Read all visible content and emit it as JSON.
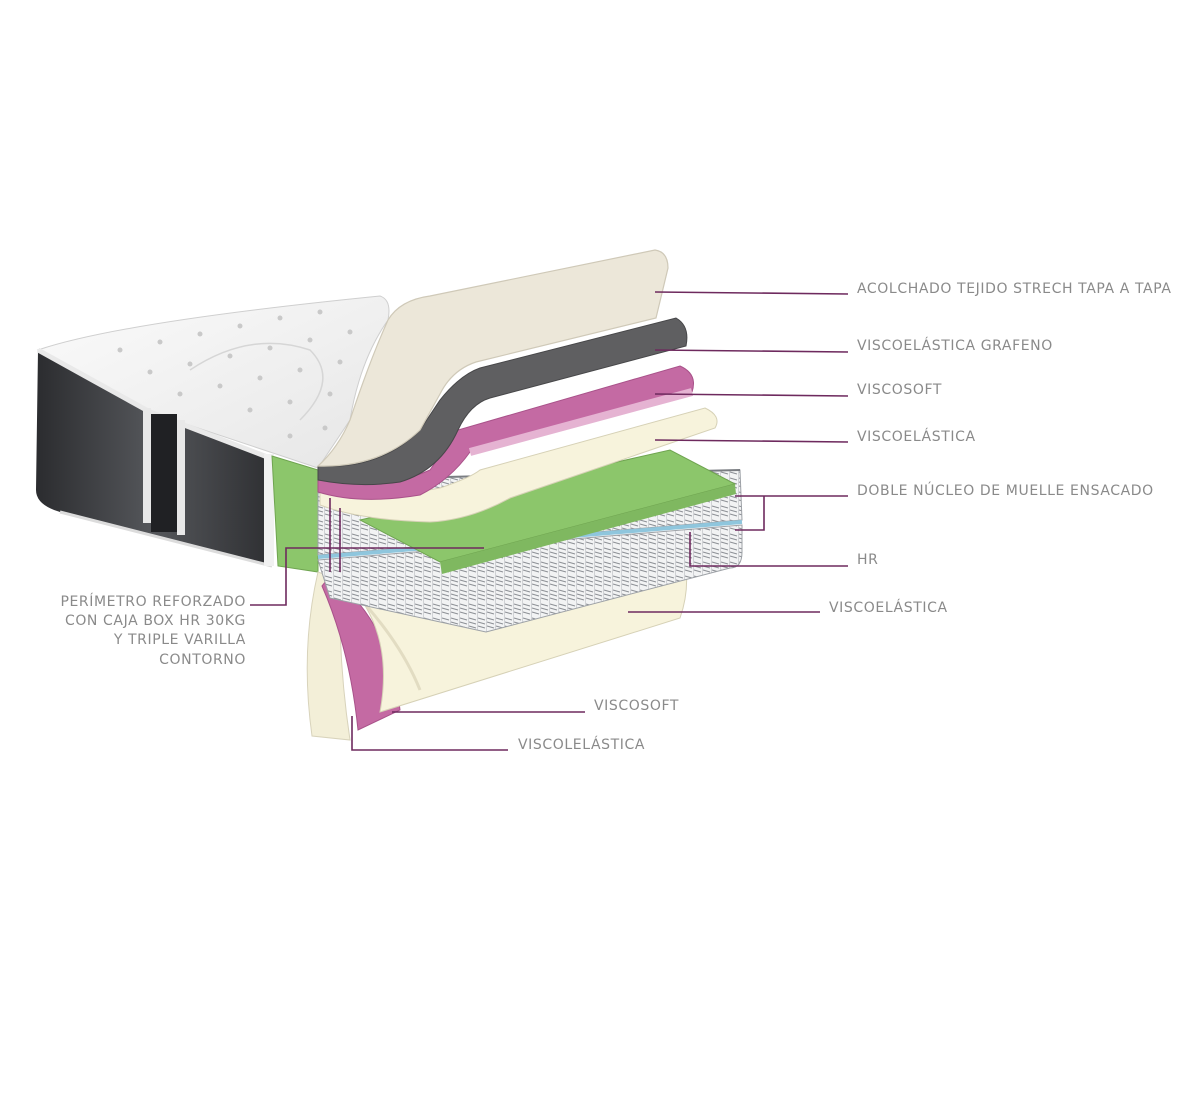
{
  "labels": {
    "acolchado": "ACOLCHADO TEJIDO STRECH TAPA A TAPA",
    "visco_grafeno": "VISCOELÁSTICA GRAFENO",
    "viscosoft_top": "VISCOSOFT",
    "viscoelastica_top": "VISCOELÁSTICA",
    "doble_nucleo": "DOBLE NÚCLEO DE MUELLE ENSACADO",
    "hr": "HR",
    "viscoelastica_bottom": "VISCOELÁSTICA",
    "viscosoft_bottom": "VISCOSOFT",
    "viscolelastica": "VISCOLELÁSTICA",
    "perimetro_line1": "PERÍMETRO REFORZADO",
    "perimetro_line2": "CON CAJA BOX HR 30KG",
    "perimetro_line3": "Y TRIPLE VARILLA",
    "perimetro_line4": "CONTORNO"
  },
  "colors": {
    "leader_line": "#6e2a5e",
    "label_text": "#8a8a8a",
    "quilted_cover": "#ece7d9",
    "graphene_foam": "#5f5f61",
    "viscosoft": "#c46aa3",
    "viscoelastic": "#f7f3dc",
    "hr_foam": "#8cc66b",
    "spring_core": "#e9ecef",
    "mattress_side": "#3a3b3e"
  }
}
